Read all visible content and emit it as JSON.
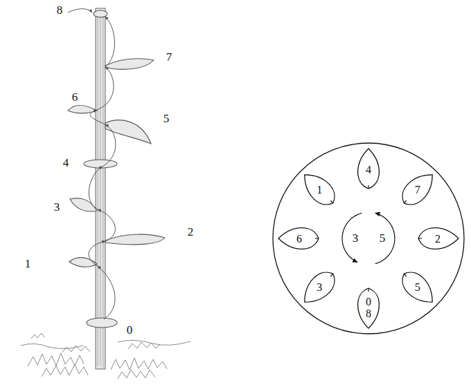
{
  "diagram": {
    "nodes": [
      {
        "text": [
          "1"
        ]
      },
      {
        "text": [
          "4"
        ]
      },
      {
        "text": [
          "7"
        ]
      },
      {
        "text": [
          "6"
        ]
      },
      {
        "text": [
          "2"
        ]
      },
      {
        "text": [
          "3"
        ]
      },
      {
        "text": [
          "5"
        ]
      },
      {
        "text": [
          "0",
          "8"
        ]
      }
    ],
    "labels": [
      "8",
      "7",
      "6",
      "5",
      "4",
      "3",
      "2",
      "1",
      "0",
      "3",
      "5"
    ]
  }
}
